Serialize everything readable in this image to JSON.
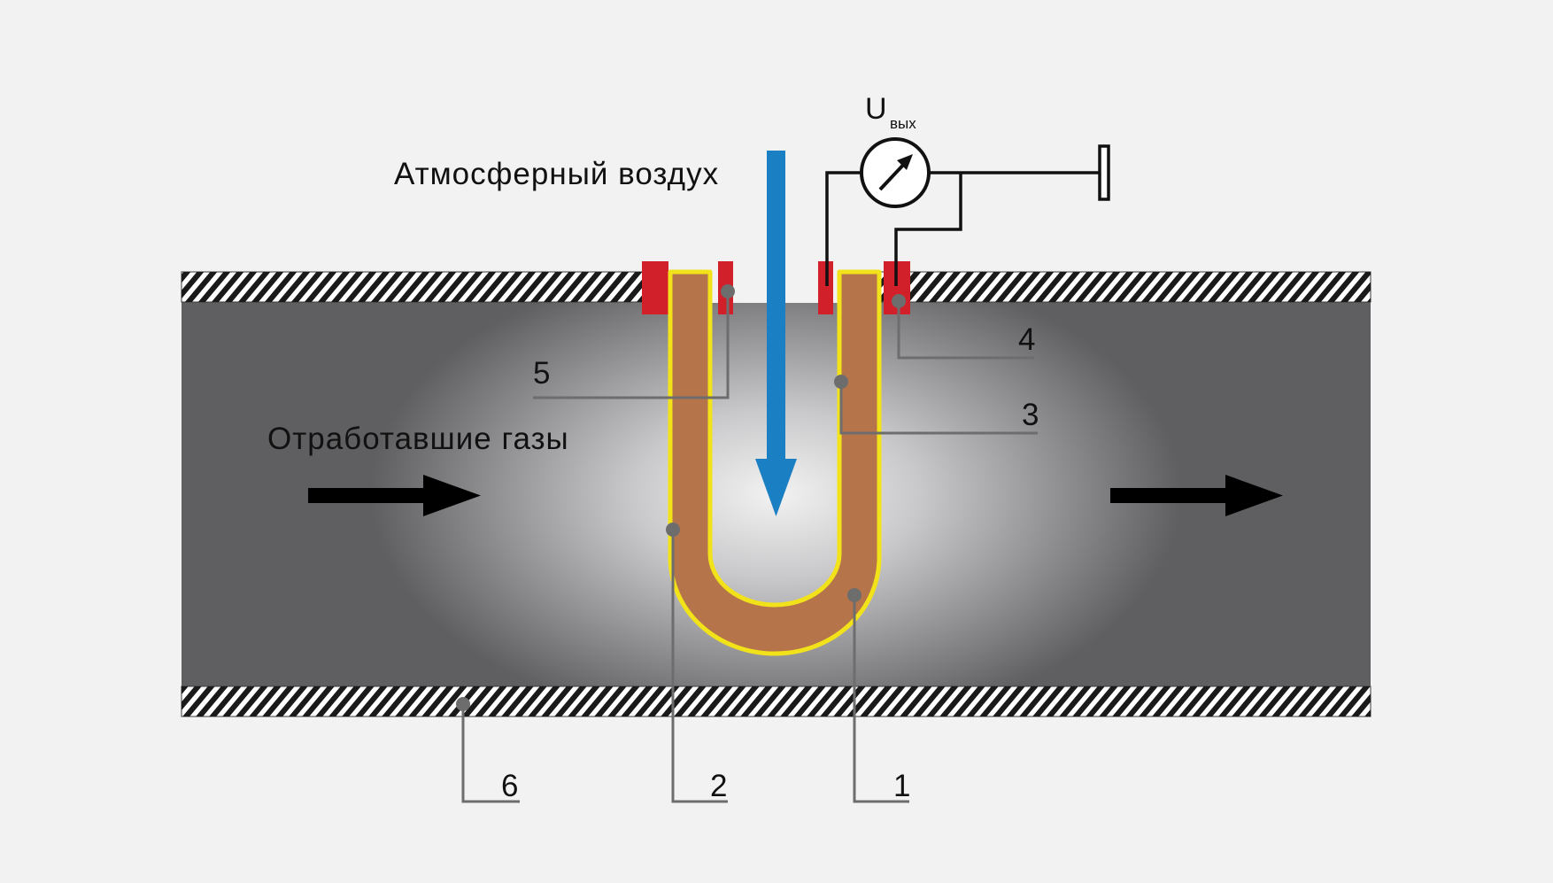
{
  "labels": {
    "atmospheric_air": "Атмосферный воздух",
    "exhaust_gases": "Отработавшие газы",
    "output_voltage_main": "U",
    "output_voltage_sub": "вых"
  },
  "callouts": [
    "1",
    "2",
    "3",
    "4",
    "5",
    "6"
  ],
  "colors": {
    "background": "#f2f2f2",
    "pipe_dark": "#5f5f61",
    "pipe_light": "#f2f2f2",
    "wall_hatch": "#1a1a1a",
    "sensor_body": "#b5744a",
    "electrode": "#f2e21a",
    "seal": "#d1202a",
    "air_arrow": "#1b7fc3",
    "gas_arrow": "#000000",
    "leader": "#6d6d6d"
  },
  "icons": {
    "voltmeter": "voltmeter-icon",
    "ground": "ground-icon"
  }
}
